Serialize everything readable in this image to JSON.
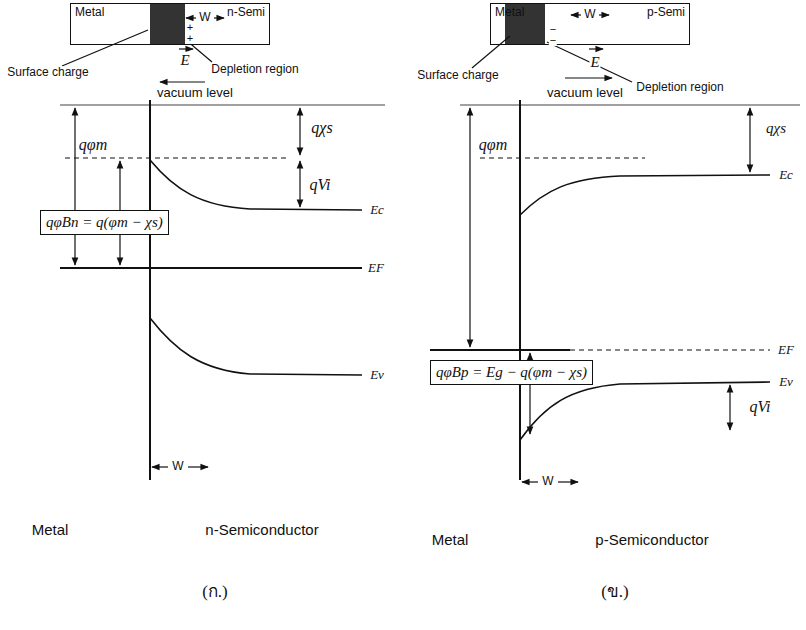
{
  "diagram": {
    "nodes": [
      {
        "text": [
          "Metal",
          "n-Semi"
        ]
      },
      {
        "text": [
          "Metal",
          "p-Semi"
        ]
      },
      {
        "text": [
          "qφBn = q(φm − χs)"
        ]
      },
      {
        "text": [
          "qφBp = Eg − q(φm − χs)"
        ]
      }
    ],
    "labels": [
      "W",
      "+",
      "+",
      "Surface charge",
      "E",
      "Depletion region",
      "vacuum level",
      "qφm",
      "qχs",
      "qVi",
      "Ec",
      "EF",
      "Ev",
      "W",
      "Metal",
      "n-Semiconductor",
      "(ก.)",
      "W",
      "−",
      "−",
      "Surface charge",
      "E",
      "Depletion region",
      "vacuum level",
      "qφm",
      "qχs",
      "Ec",
      "EF",
      "qVi",
      "Ev",
      "W",
      "Metal",
      "p-Semiconductor",
      "(ข.)"
    ]
  }
}
